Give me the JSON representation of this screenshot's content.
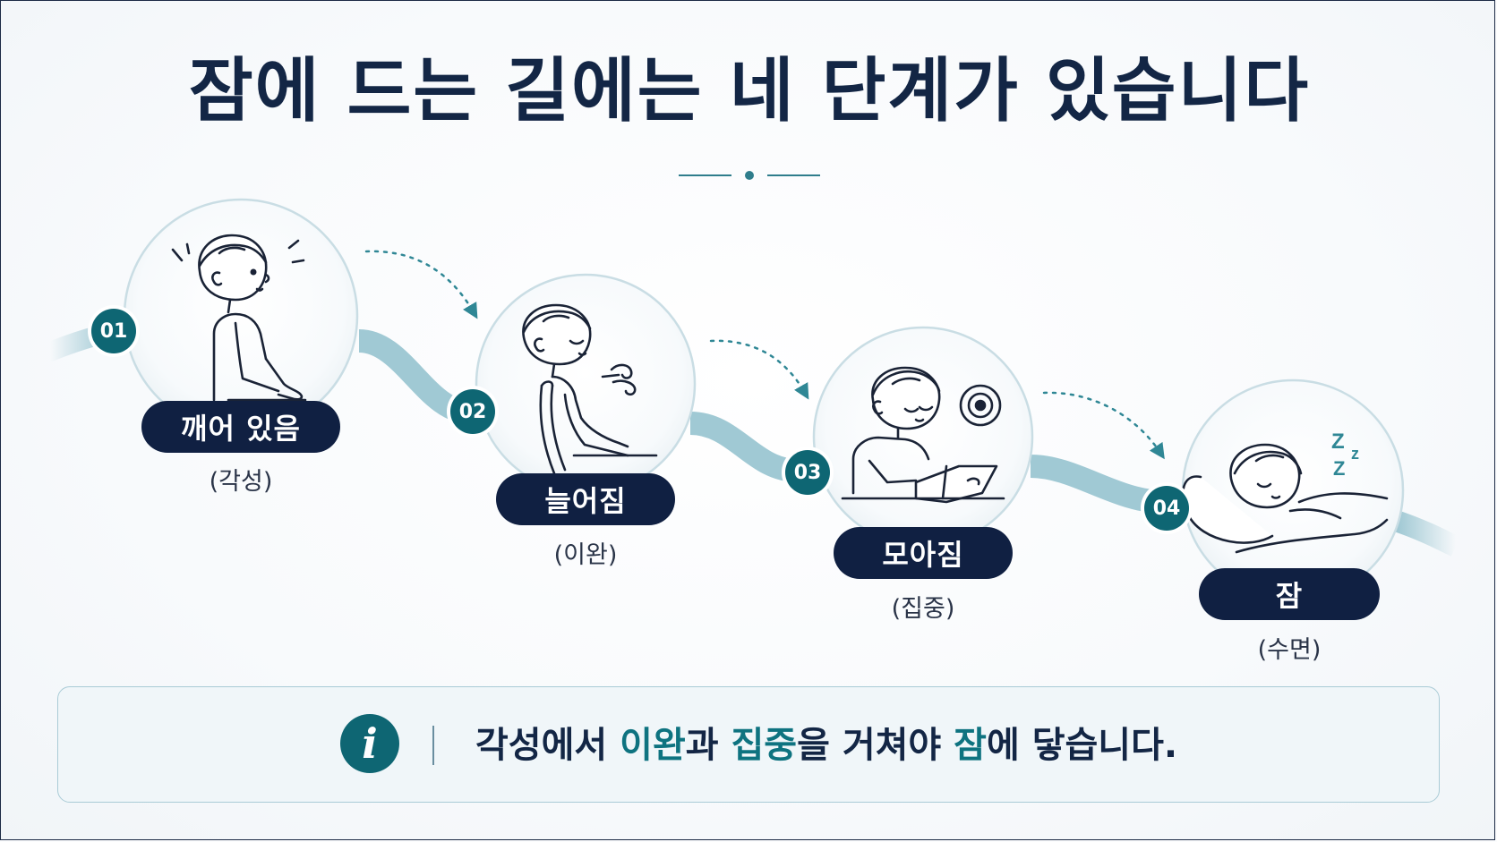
{
  "title": "잠에 드는 길에는 네 단계가 있습니다",
  "colors": {
    "navy": "#102042",
    "teal": "#0e6673",
    "highlight": "#0e7380",
    "ribbon": "#8fbfcc"
  },
  "stages": [
    {
      "number": "01",
      "label": "깨어 있음",
      "sub": "(각성)",
      "illustration": "awake-boy-icon"
    },
    {
      "number": "02",
      "label": "늘어짐",
      "sub": "(이완)",
      "illustration": "relaxed-boy-breathing-icon"
    },
    {
      "number": "03",
      "label": "모아짐",
      "sub": "(집중)",
      "illustration": "reading-boy-focus-icon"
    },
    {
      "number": "04",
      "label": "잠",
      "sub": "(수면)",
      "illustration": "sleeping-boy-zzz-icon"
    }
  ],
  "info": {
    "icon": "info-icon",
    "parts": [
      {
        "text": "각성에서 ",
        "highlight": false
      },
      {
        "text": "이완",
        "highlight": true
      },
      {
        "text": "과 ",
        "highlight": false
      },
      {
        "text": "집중",
        "highlight": true
      },
      {
        "text": "을 거쳐야 ",
        "highlight": false
      },
      {
        "text": "잠",
        "highlight": true
      },
      {
        "text": "에 닿습니다.",
        "highlight": false
      }
    ]
  }
}
